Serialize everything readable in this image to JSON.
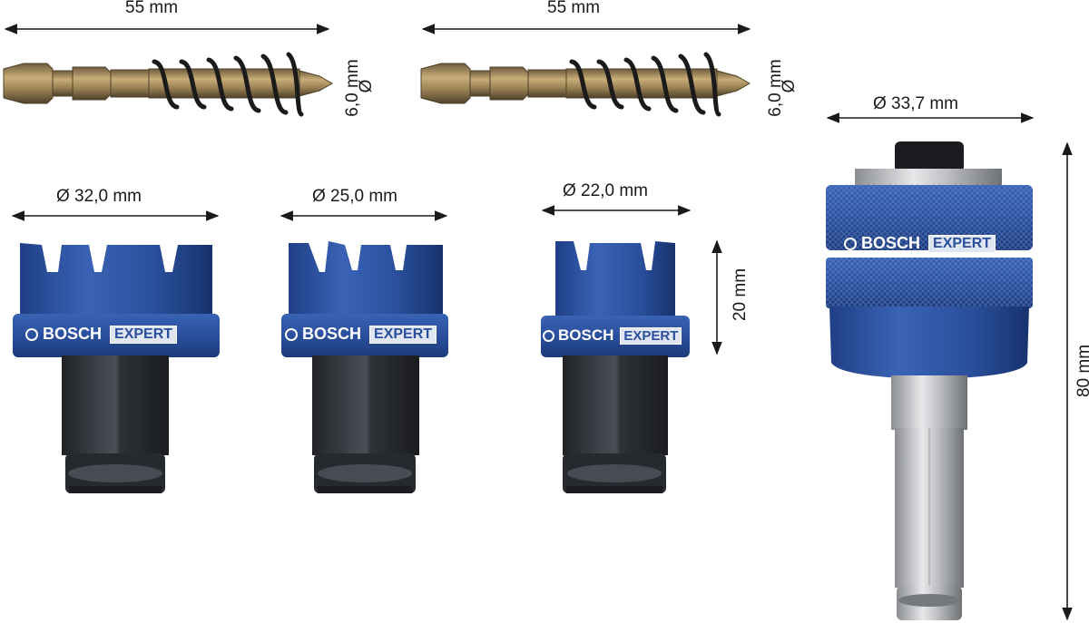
{
  "dimensions": {
    "bit_left_length": "55 mm",
    "bit_right_length": "55 mm",
    "bit_left_diameter": "6,0 mm",
    "bit_right_diameter": "6,0 mm",
    "diameter_symbol": "Ø",
    "saw_large_diameter": "Ø 32,0 mm",
    "saw_medium_diameter": "Ø 25,0 mm",
    "saw_small_diameter": "Ø 22,0 mm",
    "saw_height": "20 mm",
    "adapter_diameter": "Ø 33,7 mm",
    "adapter_length": "80 mm"
  },
  "branding": {
    "brand": "BOSCH",
    "line": "EXPERT"
  },
  "colors": {
    "blue": "#2a4f9c",
    "blue_dark": "#1c3a7a",
    "gold": "#9c8356",
    "dark": "#2b2e33",
    "steel": "#c9cbcd"
  }
}
